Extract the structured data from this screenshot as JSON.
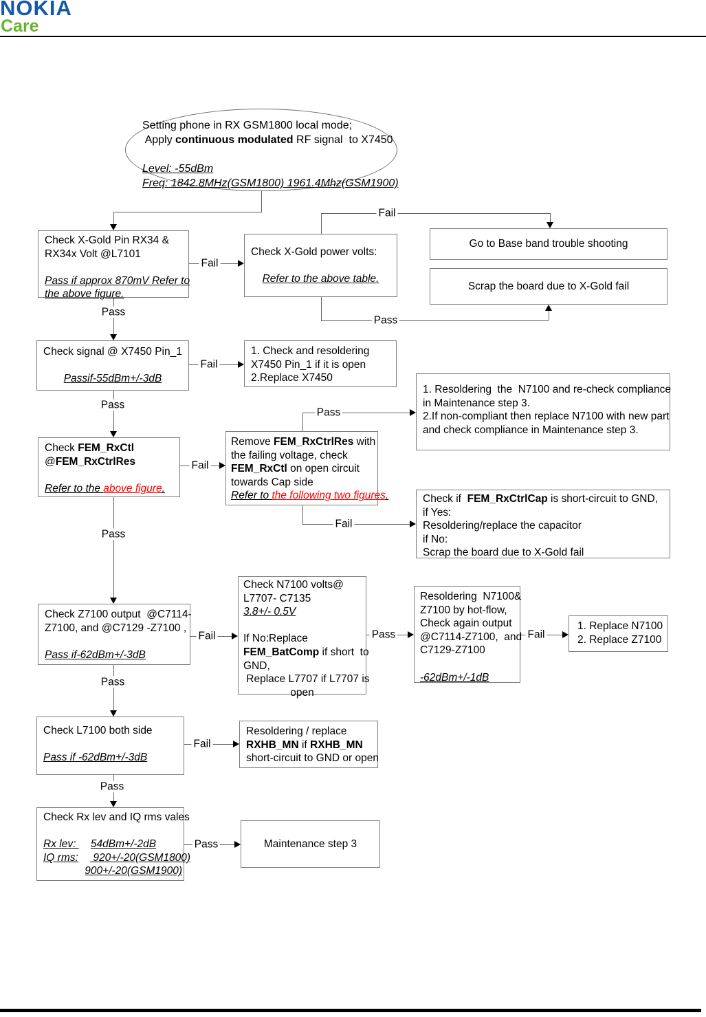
{
  "header": {
    "brand_top": "NOKIA",
    "brand_bottom": "Care"
  },
  "labels": {
    "pass": "Pass",
    "fail": "Fail"
  },
  "colors": {
    "brand_blue": "#1659a7",
    "brand_green": "#67b42c",
    "link_red": "#ff0000"
  },
  "nodes": {
    "start": {
      "lines": [
        {
          "segs": [
            {
              "t": "Setting phone in RX GSM1800 local mode;"
            }
          ]
        },
        {
          "segs": [
            {
              "t": " Apply "
            },
            {
              "t": "continuous modulated",
              "b": 1
            },
            {
              "t": " RF signal  to X7450"
            }
          ]
        },
        {
          "segs": []
        },
        {
          "segs": [
            {
              "t": "Level: -55dBm",
              "i": 1,
              "u": 1
            }
          ]
        },
        {
          "segs": [
            {
              "t": "Freq: 1842.8MHz(GSM1800) 1961.4Mhz(GSM1900)",
              "i": 1,
              "u": 1
            }
          ]
        }
      ]
    },
    "check_xgold_pin": {
      "lines": [
        {
          "segs": [
            {
              "t": "Check X-Gold Pin RX34 &"
            }
          ]
        },
        {
          "segs": [
            {
              "t": "RX34x Volt @L7101"
            }
          ]
        },
        {
          "segs": []
        },
        {
          "segs": [
            {
              "t": "Pass if approx 870mV Refer to",
              "i": 1,
              "u": 1
            }
          ]
        },
        {
          "segs": [
            {
              "t": "the above figure.",
              "i": 1,
              "u": 1
            }
          ]
        }
      ]
    },
    "check_xgold_power": {
      "lines": [
        {
          "segs": [
            {
              "t": "Check X-Gold power volts:"
            }
          ]
        },
        {
          "segs": []
        },
        {
          "align": "c",
          "segs": [
            {
              "t": "Refer to the above table.",
              "i": 1,
              "u": 1
            }
          ]
        }
      ]
    },
    "goto_baseband": {
      "lines": [
        {
          "segs": [
            {
              "t": "Go to Base band trouble shooting"
            }
          ]
        }
      ]
    },
    "scrap_board": {
      "lines": [
        {
          "segs": [
            {
              "t": "Scrap the board due to X-Gold fail"
            }
          ]
        }
      ]
    },
    "check_signal_x7450": {
      "lines": [
        {
          "segs": [
            {
              "t": "Check signal @ X7450 Pin_1"
            }
          ]
        },
        {
          "segs": []
        },
        {
          "align": "c",
          "segs": [
            {
              "t": "Passif-55dBm+/-3dB",
              "i": 1,
              "u": 1
            }
          ]
        }
      ]
    },
    "resolder_x7450": {
      "lines": [
        {
          "segs": [
            {
              "t": "1. Check and resoldering"
            }
          ]
        },
        {
          "segs": [
            {
              "t": "X7450 Pin_1 if it is open"
            }
          ]
        },
        {
          "segs": [
            {
              "t": "2.Replace X7450"
            }
          ]
        }
      ]
    },
    "check_fem_rxctl": {
      "lines": [
        {
          "segs": [
            {
              "t": "Check "
            },
            {
              "t": "FEM_RxCtl",
              "b": 1
            }
          ]
        },
        {
          "segs": [
            {
              "t": "@"
            },
            {
              "t": "FEM_RxCtrlRes",
              "b": 1
            }
          ]
        },
        {
          "segs": []
        },
        {
          "segs": [
            {
              "t": "Refer to the ",
              "i": 1,
              "u": 1
            },
            {
              "t": "above figure",
              "i": 1,
              "u": 1,
              "r": 1
            },
            {
              "t": ".",
              "i": 1,
              "u": 1
            }
          ]
        }
      ]
    },
    "remove_fem_rxctrlres": {
      "lines": [
        {
          "segs": [
            {
              "t": "Remove "
            },
            {
              "t": "FEM_RxCtrlRes",
              "b": 1
            },
            {
              "t": " with"
            }
          ]
        },
        {
          "segs": [
            {
              "t": "the failing voltage, check"
            }
          ]
        },
        {
          "segs": [
            {
              "t": "FEM_RxCtl",
              "b": 1
            },
            {
              "t": " on open circuit"
            }
          ]
        },
        {
          "segs": [
            {
              "t": "towards Cap side"
            }
          ]
        },
        {
          "segs": [
            {
              "t": "Refer to ",
              "i": 1,
              "u": 1
            },
            {
              "t": "the following two figures",
              "i": 1,
              "u": 1,
              "r": 1
            },
            {
              "t": ".",
              "i": 1,
              "u": 1
            }
          ]
        }
      ]
    },
    "resolder_n7100": {
      "lines": [
        {
          "segs": [
            {
              "t": "1. Resoldering  the  N7100 and re-check compliance"
            }
          ]
        },
        {
          "segs": [
            {
              "t": "in Maintenance step 3."
            }
          ]
        },
        {
          "segs": [
            {
              "t": "2.If non-compliant then replace N7100 with new part"
            }
          ]
        },
        {
          "segs": [
            {
              "t": "and check compliance in Maintenance step 3."
            }
          ]
        }
      ]
    },
    "check_fem_rxctrlcap": {
      "lines": [
        {
          "segs": [
            {
              "t": "Check if  "
            },
            {
              "t": "FEM_RxCtrlCap",
              "b": 1
            },
            {
              "t": " is short-circuit to GND,"
            }
          ]
        },
        {
          "segs": [
            {
              "t": "if Yes:"
            }
          ]
        },
        {
          "segs": [
            {
              "t": "Resoldering/replace the capacitor"
            }
          ]
        },
        {
          "segs": [
            {
              "t": "if No:"
            }
          ]
        },
        {
          "segs": [
            {
              "t": "Scrap the board due to X-Gold fail"
            }
          ]
        }
      ]
    },
    "check_z7100": {
      "lines": [
        {
          "segs": [
            {
              "t": "Check Z7100 output  @C7114-"
            }
          ]
        },
        {
          "segs": [
            {
              "t": "Z7100, and @C7129 -Z7100 ,"
            }
          ]
        },
        {
          "segs": []
        },
        {
          "segs": [
            {
              "t": "Pass if-62dBm+/-3dB",
              "i": 1,
              "u": 1
            }
          ]
        }
      ]
    },
    "check_n7100_volts": {
      "lines": [
        {
          "segs": [
            {
              "t": "Check N7100 volts@"
            }
          ]
        },
        {
          "segs": [
            {
              "t": "L7707- C7135"
            }
          ]
        },
        {
          "segs": [
            {
              "t": "3.8+/- 0.5V",
              "i": 1,
              "u": 1
            }
          ]
        },
        {
          "segs": []
        },
        {
          "segs": [
            {
              "t": "If No:Replace"
            }
          ]
        },
        {
          "segs": [
            {
              "t": "FEM_BatComp",
              "b": 1
            },
            {
              "t": " if short  to"
            }
          ]
        },
        {
          "segs": [
            {
              "t": "GND,"
            }
          ]
        },
        {
          "segs": [
            {
              "t": " Replace L7707 if L7707 is"
            }
          ]
        },
        {
          "align": "c",
          "segs": [
            {
              "t": "open"
            }
          ]
        }
      ]
    },
    "resolder_n7100_z7100": {
      "lines": [
        {
          "segs": [
            {
              "t": "Resoldering  N7100&"
            }
          ]
        },
        {
          "segs": [
            {
              "t": "Z7100 by hot-flow,"
            }
          ]
        },
        {
          "segs": [
            {
              "t": "Check again output"
            }
          ]
        },
        {
          "segs": [
            {
              "t": "@C7114-Z7100,  and"
            }
          ]
        },
        {
          "segs": [
            {
              "t": "C7129-Z7100"
            }
          ]
        },
        {
          "segs": []
        },
        {
          "segs": [
            {
              "t": "-62dBm+/-1dB",
              "i": 1,
              "u": 1
            }
          ]
        }
      ]
    },
    "replace_n7100_z7100": {
      "lines": [
        {
          "segs": [
            {
              "t": "1. Replace N7100"
            }
          ]
        },
        {
          "segs": [
            {
              "t": "2. Replace Z7100"
            }
          ]
        }
      ]
    },
    "check_l7100": {
      "lines": [
        {
          "segs": [
            {
              "t": "Check L7100 both side"
            }
          ]
        },
        {
          "segs": []
        },
        {
          "segs": [
            {
              "t": "Pass if -62dBm+/-3dB",
              "i": 1,
              "u": 1
            }
          ]
        }
      ]
    },
    "resolder_rxhb_mn": {
      "lines": [
        {
          "segs": [
            {
              "t": "Resoldering / replace"
            }
          ]
        },
        {
          "segs": [
            {
              "t": "RXHB_MN",
              "b": 1
            },
            {
              "t": " if "
            },
            {
              "t": "RXHB_MN",
              "b": 1
            }
          ]
        },
        {
          "segs": [
            {
              "t": "short-circuit to GND or open"
            }
          ]
        }
      ]
    },
    "check_rx_lev": {
      "lines": [
        {
          "segs": [
            {
              "t": "Check Rx lev and IQ rms vales"
            }
          ]
        },
        {
          "segs": []
        },
        {
          "segs": [
            {
              "t": "Rx lev: ",
              "i": 1,
              "u": 1
            },
            {
              "t": "    "
            },
            {
              "t": "54dBm+/-2dB",
              "i": 1,
              "u": 1
            }
          ]
        },
        {
          "segs": [
            {
              "t": "IQ rms:",
              "i": 1,
              "u": 1
            },
            {
              "t": "    "
            },
            {
              "t": " 920+/-20(GSM1800)",
              "i": 1,
              "u": 1
            }
          ]
        },
        {
          "segs": [
            {
              "t": "              "
            },
            {
              "t": "900+/-20(GSM1900)",
              "i": 1,
              "u": 1
            }
          ]
        }
      ]
    },
    "maintenance_step3": {
      "lines": [
        {
          "segs": [
            {
              "t": "Maintenance step 3"
            }
          ]
        }
      ]
    }
  }
}
